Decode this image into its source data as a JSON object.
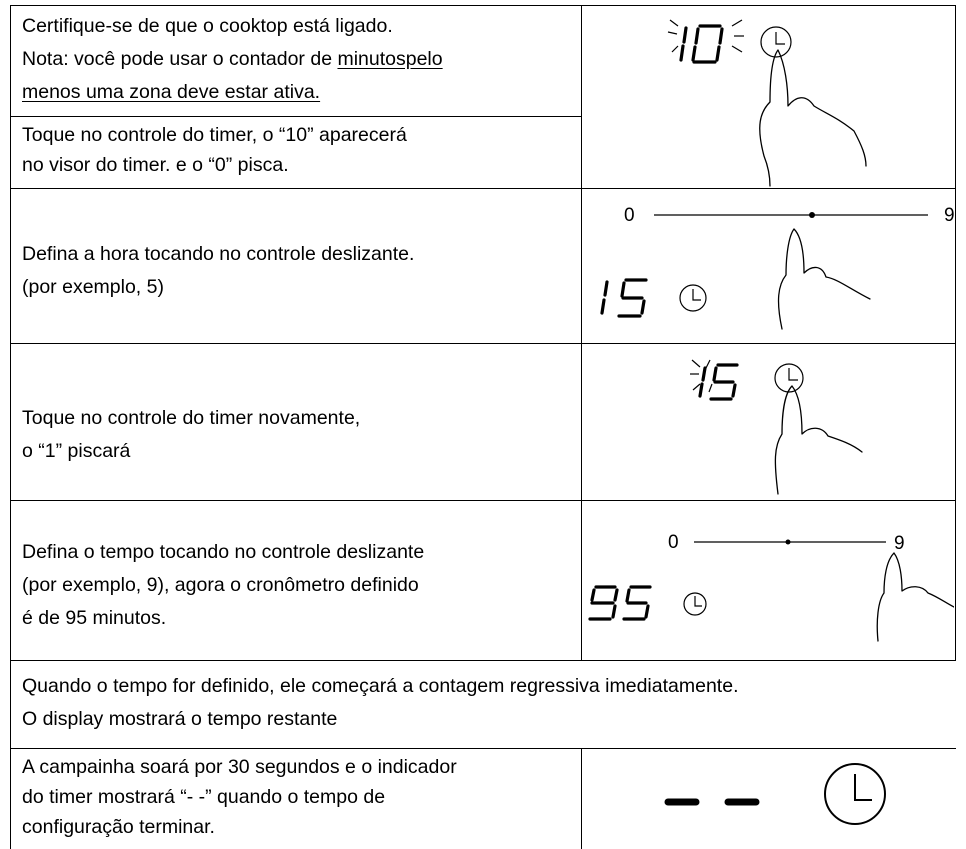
{
  "rows": {
    "row1": {
      "line1": "Certifique-se de que o cooktop está ligado.",
      "line2_prefix": "Nota: você pode usar o contador de ",
      "line2_link": "minutospelo",
      "line3_link": "menos uma zona deve estar ativa.",
      "display_digits": "10"
    },
    "row2": {
      "line1": "Toque no controle do timer, o “10” aparecerá",
      "line2": "no visor do timer. e o “0” pisca."
    },
    "row3": {
      "line1": "Defina a hora tocando no controle deslizante.",
      "line2": "(por exemplo, 5)",
      "slider_min": "0",
      "slider_max": "9",
      "display_digits": "15"
    },
    "row4": {
      "line1": "Toque no controle do timer novamente,",
      "line2": "o “1” piscará",
      "display_digits": "15"
    },
    "row5": {
      "line1": "Defina o tempo tocando no controle deslizante",
      "line2": "(por exemplo, 9), agora o cronômetro definido",
      "line3": "é de 95 minutos.",
      "slider_min": "0",
      "slider_max": "9",
      "display_digits": "95"
    },
    "row6": {
      "line1": "Quando o tempo for definido, ele começará a contagem regressiva imediatamente.",
      "line2": "O display mostrará o tempo restante"
    },
    "row7": {
      "line1": "A campainha soará por 30 segundos e o indicador",
      "line2": "do timer mostrará “- -” quando o tempo de",
      "line3": "configuração terminar.",
      "display": "- -"
    }
  },
  "icons": {
    "timer": "clock-icon",
    "finger": "pointing-hand-icon",
    "blink": "blink-rays-icon"
  }
}
